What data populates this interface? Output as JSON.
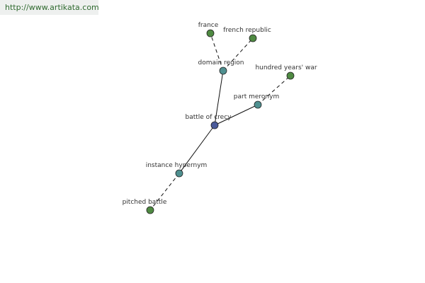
{
  "watermark": {
    "text": "http://www.artikata.com"
  },
  "colors": {
    "center": "#4a5a9a",
    "relation": "#4f9090",
    "leaf": "#4f8a42",
    "edge": "#111111"
  },
  "graph": {
    "nodes": [
      {
        "id": "center",
        "label": "battle of crecy",
        "kind": "center"
      },
      {
        "id": "domain",
        "label": "domain region",
        "kind": "relation"
      },
      {
        "id": "part",
        "label": "part meronym",
        "kind": "relation"
      },
      {
        "id": "instance",
        "label": "instance hypernym",
        "kind": "relation"
      },
      {
        "id": "france",
        "label": "france",
        "kind": "leaf"
      },
      {
        "id": "french",
        "label": "french republic",
        "kind": "leaf"
      },
      {
        "id": "hundred",
        "label": "hundred years' war",
        "kind": "leaf"
      },
      {
        "id": "pitched",
        "label": "pitched battle",
        "kind": "leaf"
      }
    ],
    "edges": [
      {
        "from": "center",
        "to": "domain",
        "style": "solid"
      },
      {
        "from": "center",
        "to": "part",
        "style": "solid"
      },
      {
        "from": "center",
        "to": "instance",
        "style": "solid"
      },
      {
        "from": "domain",
        "to": "france",
        "style": "dashed"
      },
      {
        "from": "domain",
        "to": "french",
        "style": "dashed"
      },
      {
        "from": "part",
        "to": "hundred",
        "style": "dashed"
      },
      {
        "from": "instance",
        "to": "pitched",
        "style": "dashed"
      }
    ]
  }
}
